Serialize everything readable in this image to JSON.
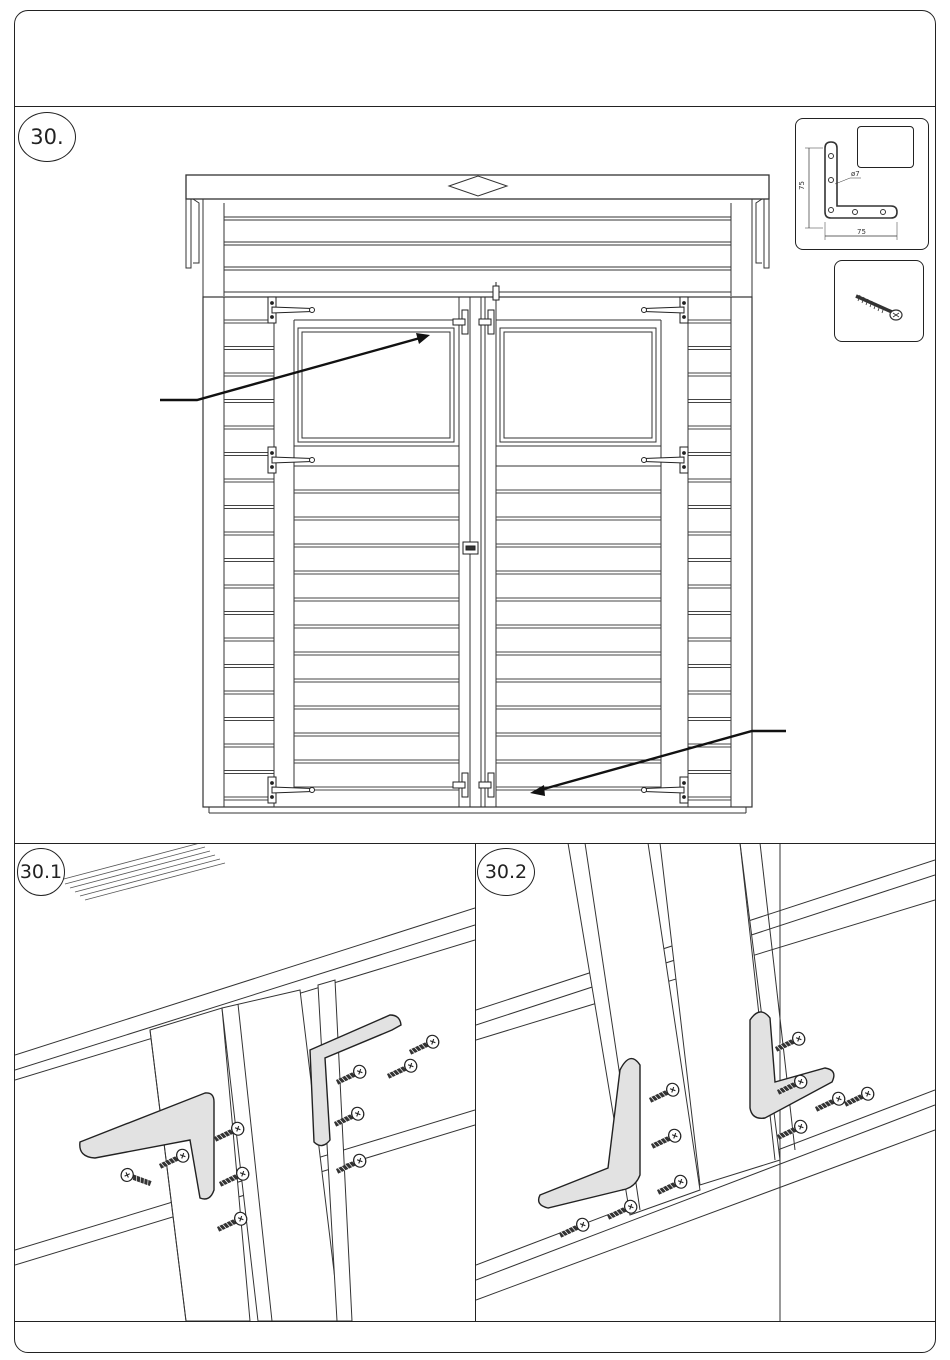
{
  "steps": {
    "main": "30.",
    "sub1": "30.1",
    "sub2": "30.2"
  },
  "parts": {
    "bracket": {
      "icon": "l-bracket-icon",
      "height_mm": "75",
      "width_mm": "75",
      "hole_label": "ø7"
    },
    "screw": {
      "icon": "screw-icon"
    }
  }
}
